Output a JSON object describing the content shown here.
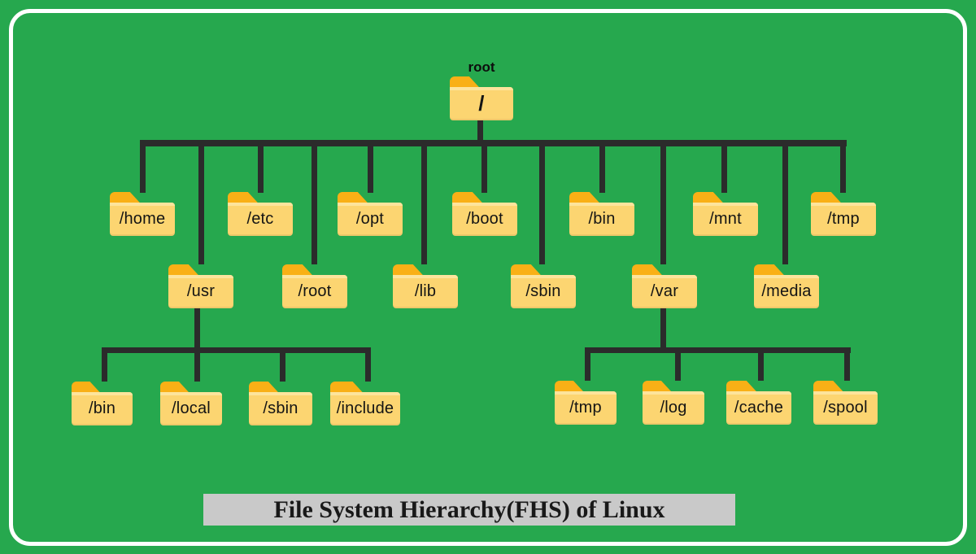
{
  "diagram": {
    "root": {
      "caption": "root",
      "label": "/"
    },
    "level1": [
      {
        "id": "home",
        "label": "/home"
      },
      {
        "id": "usr",
        "label": "/usr"
      },
      {
        "id": "etc",
        "label": "/etc"
      },
      {
        "id": "root",
        "label": "/root"
      },
      {
        "id": "opt",
        "label": "/opt"
      },
      {
        "id": "lib",
        "label": "/lib"
      },
      {
        "id": "boot",
        "label": "/boot"
      },
      {
        "id": "sbin",
        "label": "/sbin"
      },
      {
        "id": "bin",
        "label": "/bin"
      },
      {
        "id": "var",
        "label": "/var"
      },
      {
        "id": "mnt",
        "label": "/mnt"
      },
      {
        "id": "media",
        "label": "/media"
      },
      {
        "id": "tmp",
        "label": "/tmp"
      }
    ],
    "usr_children": [
      {
        "id": "usr-bin",
        "label": "/bin"
      },
      {
        "id": "usr-local",
        "label": "/local"
      },
      {
        "id": "usr-sbin",
        "label": "/sbin"
      },
      {
        "id": "usr-include",
        "label": "/include"
      }
    ],
    "var_children": [
      {
        "id": "var-tmp",
        "label": "/tmp"
      },
      {
        "id": "var-log",
        "label": "/log"
      },
      {
        "id": "var-cache",
        "label": "/cache"
      },
      {
        "id": "var-spool",
        "label": "/spool"
      }
    ],
    "title": "File System Hierarchy(FHS) of Linux"
  },
  "colors": {
    "background": "#26a84e",
    "line": "#2b2b2b",
    "folder_body": "#fcd571",
    "folder_tab": "#f9b016",
    "folder_flap": "#fde49c",
    "title_background": "#c9c9c9"
  }
}
